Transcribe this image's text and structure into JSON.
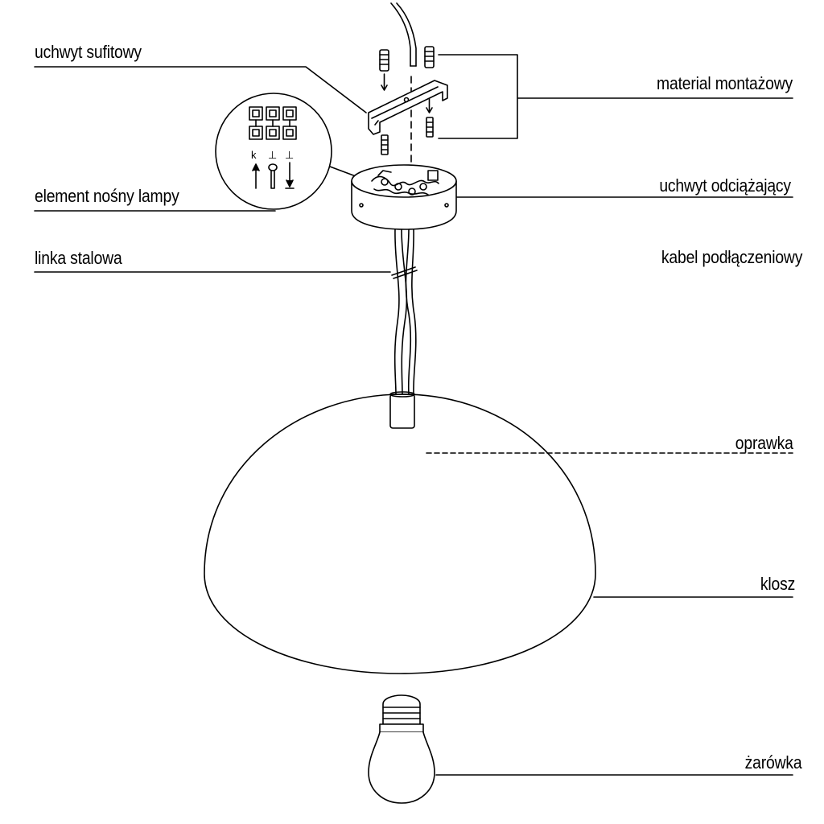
{
  "labels": {
    "ceiling_bracket": "uchwyt sufitowy",
    "mounting_material": "material montażowy",
    "lamp_support_element": "element nośny lampy",
    "strain_relief": "uchwyt odciążający",
    "steel_cable": "linka stalowa",
    "connection_cable": "kabel podłączeniowy",
    "socket": "oprawka",
    "shade": "klosz",
    "bulb": "żarówka"
  },
  "terminal_symbols": {
    "left": "k",
    "middle": "⊥",
    "right": "⊥"
  },
  "colors": {
    "line": "#000000",
    "background": "#ffffff"
  }
}
